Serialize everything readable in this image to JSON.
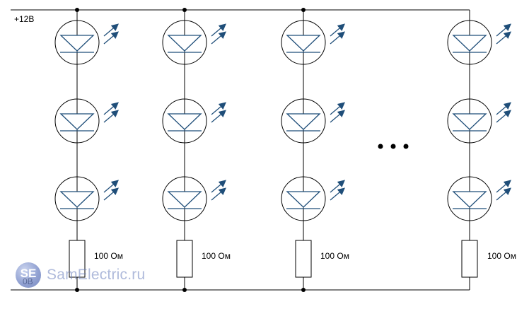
{
  "supply_label": "+12В",
  "ground_label": "0В",
  "resistor_label": "100 Ом",
  "watermark": "SamElectric.ru",
  "watermark_badge": "SE",
  "colors": {
    "wire": "#000000",
    "led_symbol": "#1f4e79",
    "arrow": "#1f4e79"
  },
  "columns": 4,
  "leds_per_column": 3,
  "ellipsis": "• • •"
}
